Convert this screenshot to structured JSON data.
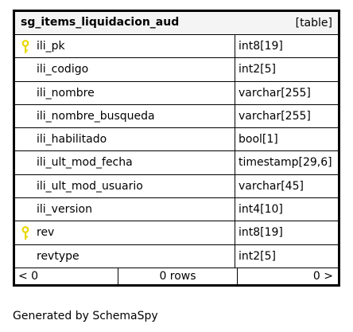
{
  "table": {
    "name": "sg_items_liquidacion_aud",
    "type_label": "[table]",
    "columns": [
      {
        "name": "ili_pk",
        "type": "int8[19]",
        "key": true
      },
      {
        "name": "ili_codigo",
        "type": "int2[5]",
        "key": false
      },
      {
        "name": "ili_nombre",
        "type": "varchar[255]",
        "key": false
      },
      {
        "name": "ili_nombre_busqueda",
        "type": "varchar[255]",
        "key": false
      },
      {
        "name": "ili_habilitado",
        "type": "bool[1]",
        "key": false
      },
      {
        "name": "ili_ult_mod_fecha",
        "type": "timestamp[29,6]",
        "key": false
      },
      {
        "name": "ili_ult_mod_usuario",
        "type": "varchar[45]",
        "key": false
      },
      {
        "name": "ili_version",
        "type": "int4[10]",
        "key": false
      },
      {
        "name": "rev",
        "type": "int8[19]",
        "key": true
      },
      {
        "name": "revtype",
        "type": "int2[5]",
        "key": false
      }
    ],
    "footer": {
      "left": "< 0",
      "center": "0 rows",
      "right": "0 >"
    }
  },
  "key_icon_color": "#e8d800",
  "generated_by": "Generated by SchemaSpy"
}
